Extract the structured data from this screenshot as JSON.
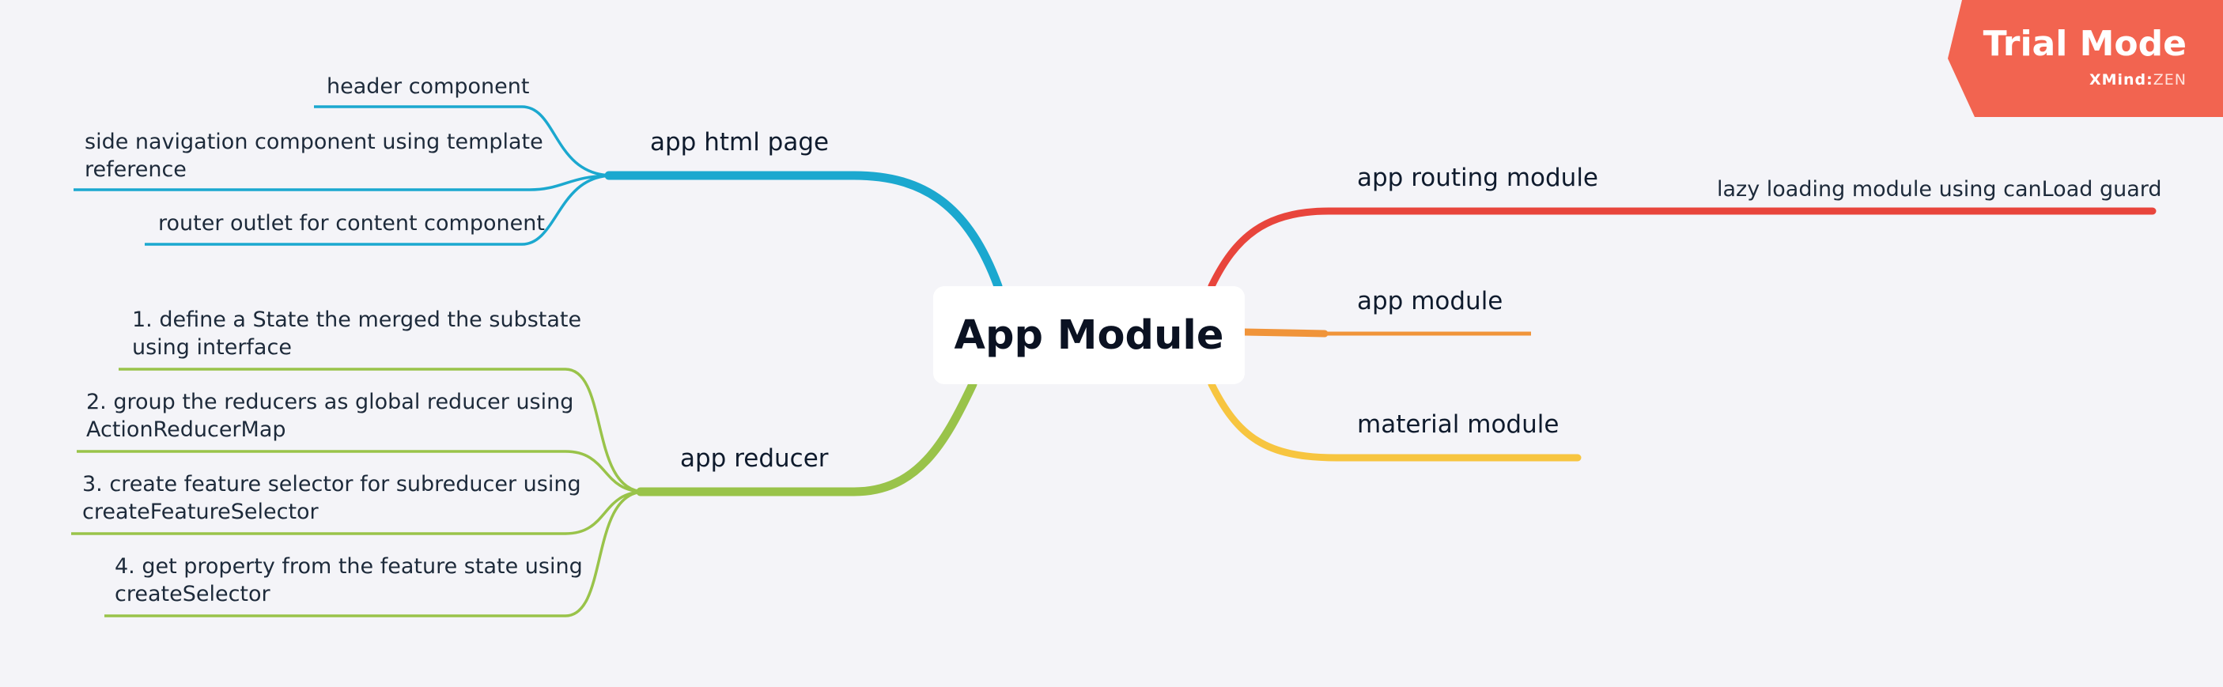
{
  "root": {
    "label": "App Module"
  },
  "branches": {
    "html_page": {
      "label": "app html page",
      "color": "#1ba8cf",
      "children": [
        {
          "lines": [
            "header component"
          ]
        },
        {
          "lines": [
            "side navigation component using template",
            "reference"
          ]
        },
        {
          "lines": [
            "router outlet for content component"
          ]
        }
      ]
    },
    "reducer": {
      "label": "app reducer",
      "color": "#99c34a",
      "children": [
        {
          "lines": [
            "1. define a State the merged the substate",
            "using interface"
          ]
        },
        {
          "lines": [
            "2. group the reducers as global reducer using",
            "ActionReducerMap"
          ]
        },
        {
          "lines": [
            "3. create feature selector for subreducer using",
            "createFeatureSelector"
          ]
        },
        {
          "lines": [
            "4. get property from the feature state using",
            "createSelector"
          ]
        }
      ]
    },
    "routing": {
      "label": "app routing module",
      "color": "#e8453c",
      "children": [
        {
          "lines": [
            "lazy loading module using canLoad guard"
          ]
        }
      ]
    },
    "app_module": {
      "label": "app module",
      "color": "#f0943a"
    },
    "material": {
      "label": "material module",
      "color": "#f7c540"
    }
  },
  "badge": {
    "title": "Trial Mode",
    "brand": "XMind",
    "separator": ":",
    "edition": "ZEN",
    "color": "#f26450"
  }
}
